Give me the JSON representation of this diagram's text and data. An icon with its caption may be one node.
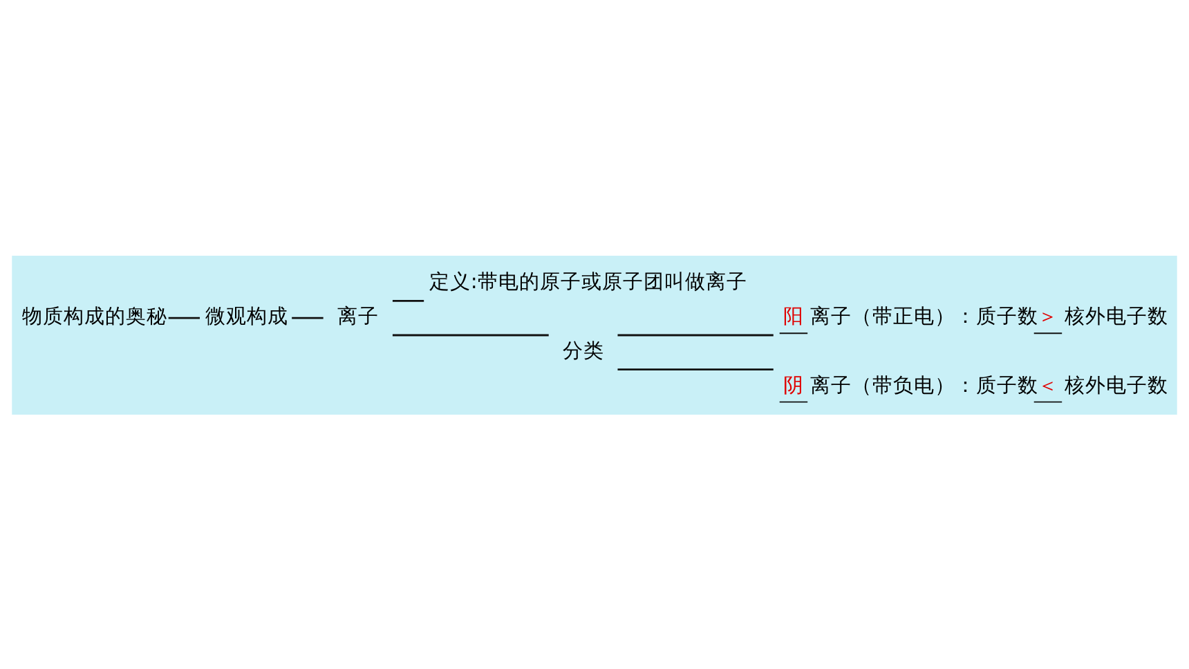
{
  "diagram": {
    "nodes": [
      {
        "text": [
          "物质构成的奥秘"
        ]
      },
      {
        "text": [
          "微观构成"
        ]
      },
      {
        "text": [
          "离子"
        ]
      },
      {
        "text": [
          "定义:带电的原子或原子团叫做离子"
        ]
      },
      {
        "text": [
          "分类"
        ]
      },
      {
        "text": [
          "阳",
          "离子（带正电）：质子数",
          "＞",
          "核外电子数"
        ]
      },
      {
        "text": [
          "阴",
          "离子（带负电）：质子数",
          "＜",
          "核外电子数"
        ]
      }
    ],
    "edges": [
      {
        "from": 0,
        "to": 1,
        "arrow": "none"
      },
      {
        "from": 1,
        "to": 2,
        "arrow": "none"
      },
      {
        "from": 2,
        "to": 3,
        "arrow": "none"
      },
      {
        "from": 2,
        "to": 4,
        "arrow": "none"
      },
      {
        "from": 4,
        "to": 5,
        "arrow": "none"
      },
      {
        "from": 4,
        "to": 6,
        "arrow": "none"
      }
    ]
  }
}
